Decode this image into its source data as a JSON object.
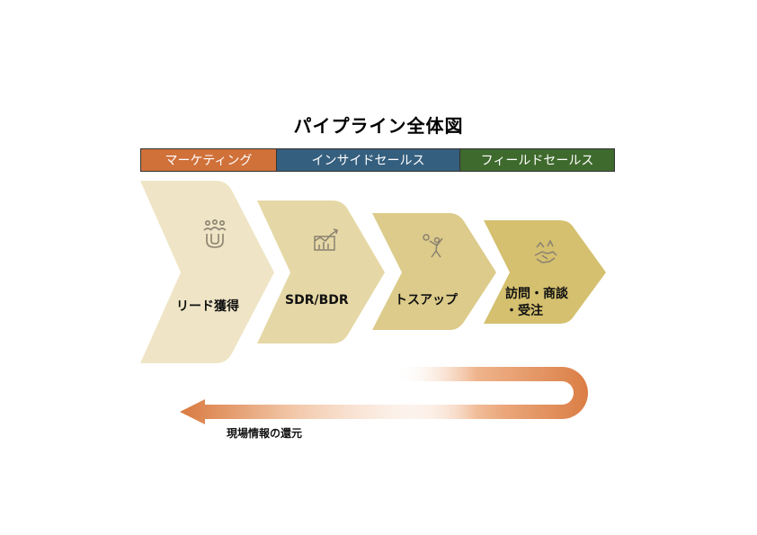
{
  "title": "パイプライン全体図",
  "phases": [
    {
      "label": "マーケティング",
      "color": "#d0713a"
    },
    {
      "label": "インサイドセールス",
      "color": "#355f7e"
    },
    {
      "label": "フィールドセールス",
      "color": "#3f6a2d"
    }
  ],
  "stages": [
    {
      "label": "リード獲得",
      "icon": "magnet-people-icon",
      "color": "#efe5c6"
    },
    {
      "label": "SDR/BDR",
      "icon": "growth-chart-icon",
      "color": "#e6d8a6"
    },
    {
      "label": "トスアップ",
      "icon": "toss-person-icon",
      "color": "#dccb8a"
    },
    {
      "label_line1": "訪問・商談",
      "label_line2": "・受注",
      "icon": "handshake-icon",
      "color": "#d4c06f"
    }
  ],
  "feedback": {
    "label": "現場情報の還元",
    "color": "#d9793f"
  }
}
